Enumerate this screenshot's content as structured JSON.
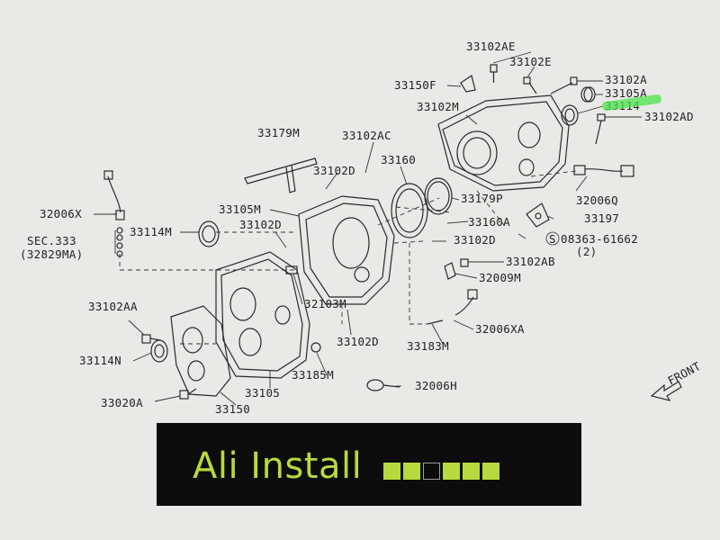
{
  "labels": {
    "l33102AE": "33102AE",
    "l33102E": "33102E",
    "l33150F": "33150F",
    "l33102A": "33102A",
    "l33105A": "33105A",
    "l33114": "33114",
    "l33102M": "33102M",
    "l33102AD": "33102AD",
    "l33179M": "33179M",
    "l33102AC": "33102AC",
    "l33160": "33160",
    "l33102D_a": "33102D",
    "l33179P": "33179P",
    "l33006Q": "32006Q",
    "l33105M": "33105M",
    "l33102D_b": "33102D",
    "l33160A": "33160A",
    "l33197": "33197",
    "l32006X": "32006X",
    "l33114M": "33114M",
    "l33102D_c": "33102D",
    "lS08363": "08363-61662",
    "lS08363_qty": "(2)",
    "sec333": "SEC.333",
    "sec333_ref": "(32829MA)",
    "l33102AB": "33102AB",
    "l32009M": "32009M",
    "l32103M": "32103M",
    "l33102AA": "33102AA",
    "l32006XA": "32006XA",
    "l33102D_d": "33102D",
    "l33183M": "33183M",
    "l33114N": "33114N",
    "l33185M": "33185M",
    "l32006H": "32006H",
    "l33105": "33105",
    "l33020A": "33020A",
    "l33150": "33150",
    "front": "FRONT",
    "s_symbol": "S"
  },
  "banner": {
    "title": "Ali Install",
    "squares": [
      "filled",
      "filled",
      "empty",
      "filled",
      "filled",
      "filled"
    ]
  },
  "colors": {
    "banner_bg": "#0c0c0c",
    "banner_text": "#b7d93e",
    "highlight": "#4be34b",
    "paper": "#e9e9e7",
    "ink": "#2a2a2a"
  }
}
